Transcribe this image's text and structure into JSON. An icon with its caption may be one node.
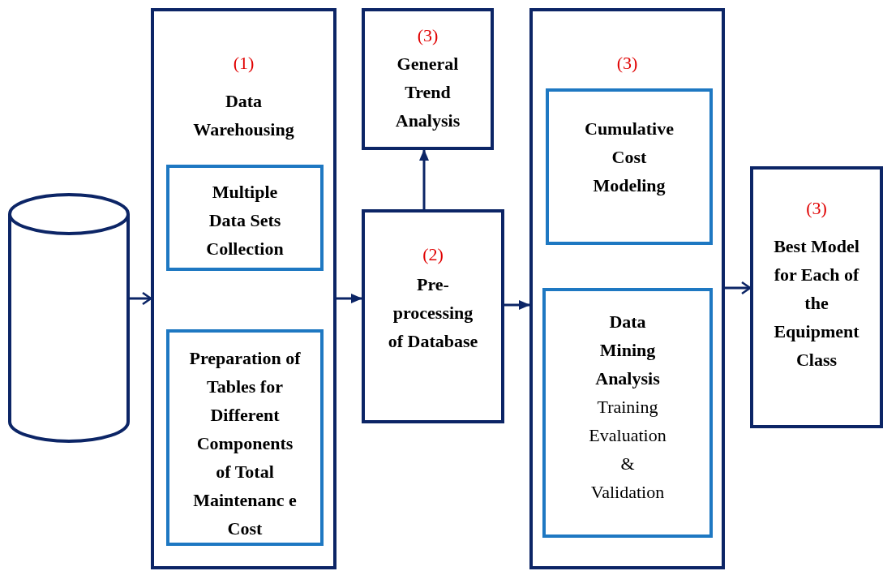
{
  "diagram": {
    "nodes": [
      {
        "text": [],
        "shape": "cylinder"
      },
      {
        "text": [
          "(1)",
          "Data Warehousing"
        ]
      },
      {
        "text": [
          "Multiple Data Sets Collection"
        ],
        "in": 1
      },
      {
        "text": [
          "Preparation of Tables for Different Components of Total Maintenanc e Cost"
        ],
        "in": 1
      },
      {
        "text": [
          "(3)",
          "General Trend Analysis"
        ]
      },
      {
        "text": [
          "(2)",
          "Pre-processing of Database"
        ]
      },
      {
        "text": [
          "(3)"
        ]
      },
      {
        "text": [
          "Cumulative Cost Modeling"
        ],
        "in": 6
      },
      {
        "text": [
          "Data Mining Analysis",
          "Training Evaluation & Validation"
        ],
        "in": 6
      },
      {
        "text": [
          "(3)",
          "Best Model for Each of the Equipment Class"
        ]
      }
    ],
    "edges": [
      {
        "from": 0,
        "to": 1,
        "arrow": "to"
      },
      {
        "from": 1,
        "to": 5,
        "arrow": "to"
      },
      {
        "from": 5,
        "to": 4,
        "arrow": "to"
      },
      {
        "from": 5,
        "to": 6,
        "arrow": "to"
      },
      {
        "from": 6,
        "to": 9,
        "arrow": "to"
      }
    ]
  }
}
